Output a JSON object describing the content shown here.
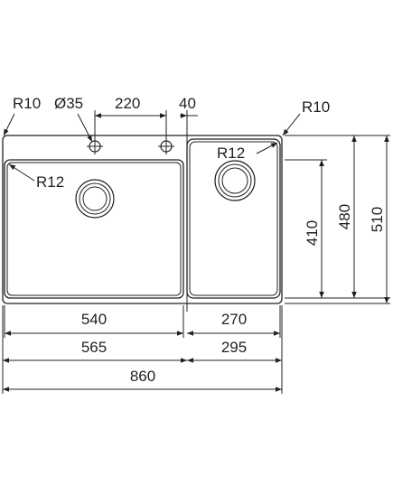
{
  "labels": {
    "r10_left": "R10",
    "d35": "Ø35",
    "dim_220": "220",
    "dim_40": "40",
    "r10_right": "R10",
    "r12_left": "R12",
    "r12_right": "R12",
    "dim_410": "410",
    "dim_480": "480",
    "dim_510": "510",
    "dim_540": "540",
    "dim_270": "270",
    "dim_565": "565",
    "dim_295": "295",
    "dim_860": "860"
  },
  "colors": {
    "line": "#231f20",
    "background": "#ffffff"
  }
}
